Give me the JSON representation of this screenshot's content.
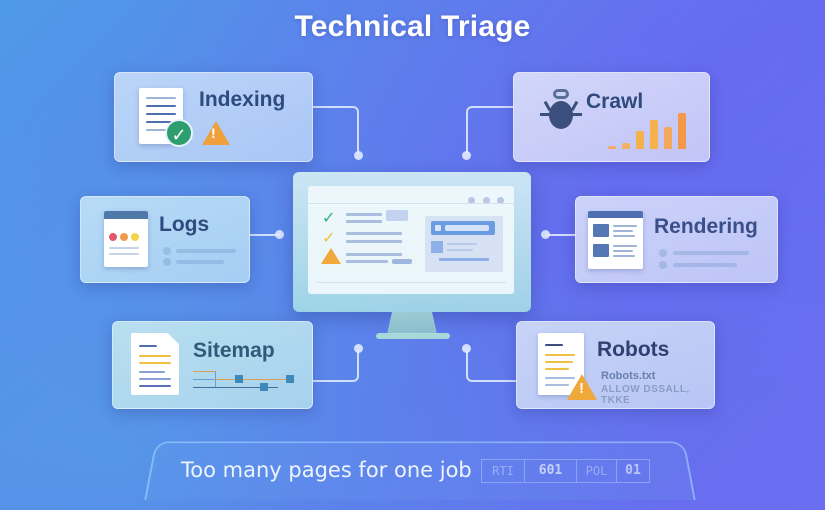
{
  "title": "Technical Triage",
  "cards": {
    "indexing": {
      "label": "Indexing",
      "icons": [
        "document-icon",
        "check-circle-icon",
        "warning-icon"
      ]
    },
    "crawl": {
      "label": "Crawl",
      "icons": [
        "spider-bot-icon",
        "bar-chart-icon"
      ]
    },
    "logs": {
      "label": "Logs",
      "icons": [
        "log-window-icon"
      ]
    },
    "rendering": {
      "label": "Rendering",
      "icons": [
        "browser-window-icon"
      ]
    },
    "sitemap": {
      "label": "Sitemap",
      "icons": [
        "document-icon",
        "tree-diagram-icon"
      ]
    },
    "robots": {
      "label": "Robots",
      "file": "Robots.txt",
      "rules": "Allow DSSALL, TKKE",
      "icons": [
        "document-icon",
        "warning-icon"
      ]
    }
  },
  "monitor": {
    "status_icons": [
      "check-icon",
      "check-icon",
      "warning-icon"
    ],
    "window_controls": 3
  },
  "footer": {
    "caption": "Too many pages for one job",
    "segments": [
      "RTI",
      "601",
      "POL",
      "01"
    ]
  },
  "colors": {
    "bg_start": "#4f9ae8",
    "bg_end": "#6a6ef0",
    "label": "#2f4a7c",
    "success": "#2f9e6e",
    "warning": "#f0a03a",
    "chart_bar": "#f5b24a"
  }
}
